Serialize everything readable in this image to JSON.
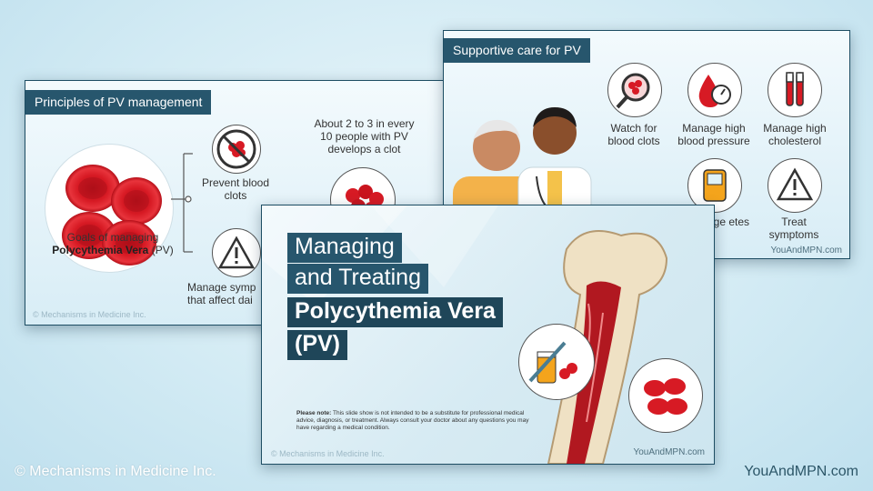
{
  "slide_left": {
    "heading": "Principles of PV management",
    "goals_line1": "Goals of managing",
    "goals_bold": "Polycythemia Vera",
    "goals_suffix": " (PV)",
    "prevent": "Prevent blood clots",
    "manage_symptoms": "Manage symp that affect dai",
    "clot_fact": "About 2 to 3 in every 10 people with PV develops a clot",
    "copyright": "© Mechanisms in Medicine Inc."
  },
  "slide_right": {
    "heading": "Supportive care for PV",
    "items": [
      {
        "label": "Watch for blood clots"
      },
      {
        "label": "Manage high blood pressure"
      },
      {
        "label": "Manage high cholesterol"
      },
      {
        "label": "age etes"
      },
      {
        "label": "Treat symptoms"
      }
    ],
    "link": "YouAndMPN.com"
  },
  "slide_main": {
    "title_lines": [
      "Managing",
      "and Treating"
    ],
    "title_bold_lines": [
      "Polycythemia Vera",
      "(PV)"
    ],
    "note_label": "Please note:",
    "note_text": " This slide show is not intended to be a substitute for professional medical advice, diagnosis, or treatment. Always consult your doctor about any questions you may have regarding a medical condition.",
    "copyright": "© Mechanisms in Medicine Inc.",
    "link": "YouAndMPN.com"
  },
  "page": {
    "copyright": "© Mechanisms in Medicine Inc.",
    "link": "YouAndMPN.com"
  },
  "colors": {
    "header": "#27566d",
    "blood": "#d71a24",
    "background": "#d3ebf4"
  }
}
